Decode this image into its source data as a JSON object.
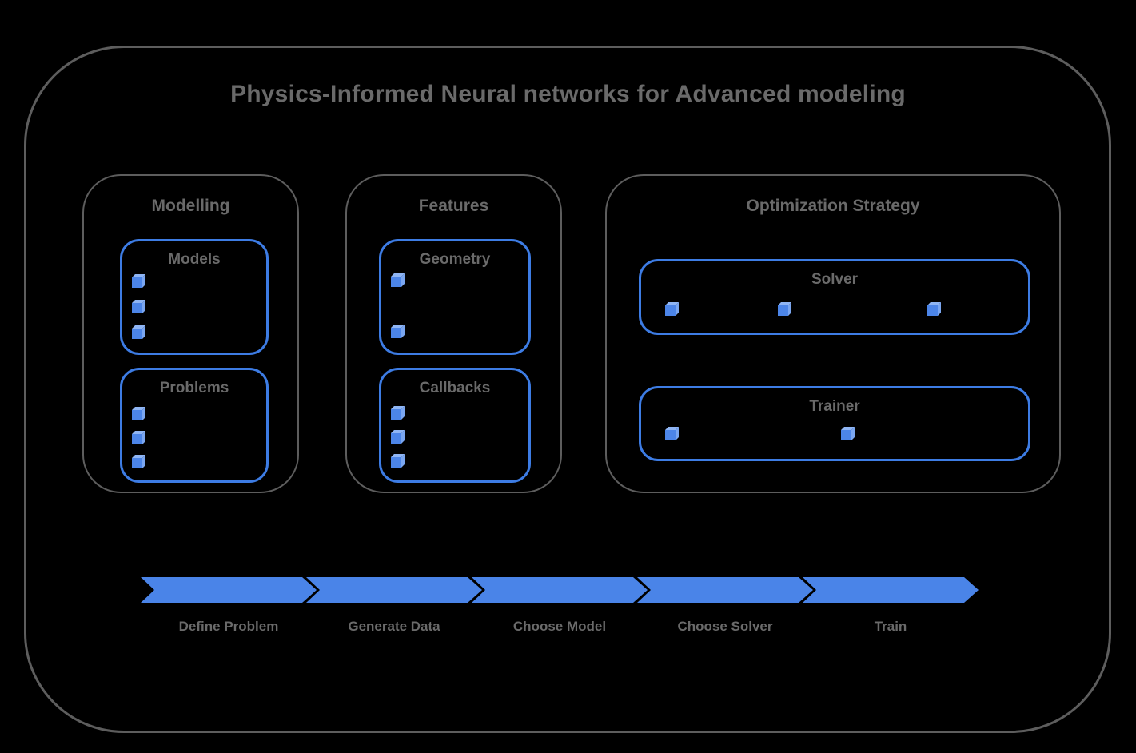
{
  "title": "Physics-Informed Neural networks for Advanced modeling",
  "sections": [
    {
      "id": "modelling",
      "title": "Modelling",
      "groups": [
        {
          "id": "models",
          "title": "Models",
          "bullet_count": 3,
          "bullet_layout": "vertical"
        },
        {
          "id": "problems",
          "title": "Problems",
          "bullet_count": 3,
          "bullet_layout": "vertical"
        }
      ]
    },
    {
      "id": "features",
      "title": "Features",
      "groups": [
        {
          "id": "geometry",
          "title": "Geometry",
          "bullet_count": 2,
          "bullet_layout": "vertical"
        },
        {
          "id": "callbacks",
          "title": "Callbacks",
          "bullet_count": 3,
          "bullet_layout": "vertical"
        }
      ]
    },
    {
      "id": "optimization",
      "title": "Optimization Strategy",
      "groups": [
        {
          "id": "solver",
          "title": "Solver",
          "bullet_count": 3,
          "bullet_layout": "horizontal"
        },
        {
          "id": "trainer",
          "title": "Trainer",
          "bullet_count": 2,
          "bullet_layout": "horizontal"
        }
      ]
    }
  ],
  "pipeline": {
    "steps": [
      {
        "label": "Define Problem"
      },
      {
        "label": "Generate Data"
      },
      {
        "label": "Choose Model"
      },
      {
        "label": "Choose Solver"
      },
      {
        "label": "Train"
      }
    ]
  },
  "colors": {
    "background": "#000000",
    "accent_blue": "#4A84E8",
    "blue_border": "#3D7CE4",
    "cube_front": "#4C85E8",
    "cube_top": "#8FB5F4",
    "cube_side": "#7AA6F0",
    "border_gray": "#5D5D5D",
    "text_gray": "#6A6A6A"
  }
}
